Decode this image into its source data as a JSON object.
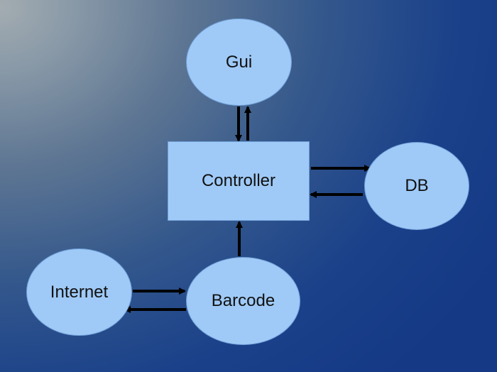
{
  "nodes": {
    "gui": "Gui",
    "controller": "Controller",
    "db": "DB",
    "internet": "Internet",
    "barcode": "Barcode"
  },
  "edges": [
    {
      "from": "Gui",
      "to": "Controller"
    },
    {
      "from": "Controller",
      "to": "Gui"
    },
    {
      "from": "Controller",
      "to": "DB"
    },
    {
      "from": "DB",
      "to": "Controller"
    },
    {
      "from": "Barcode",
      "to": "Controller"
    },
    {
      "from": "Internet",
      "to": "Barcode"
    },
    {
      "from": "Barcode",
      "to": "Internet"
    }
  ],
  "colors": {
    "node_fill": "#9fcaf7",
    "arrow": "#000000",
    "background_dark": "#153985",
    "background_light": "#a3acb1"
  }
}
